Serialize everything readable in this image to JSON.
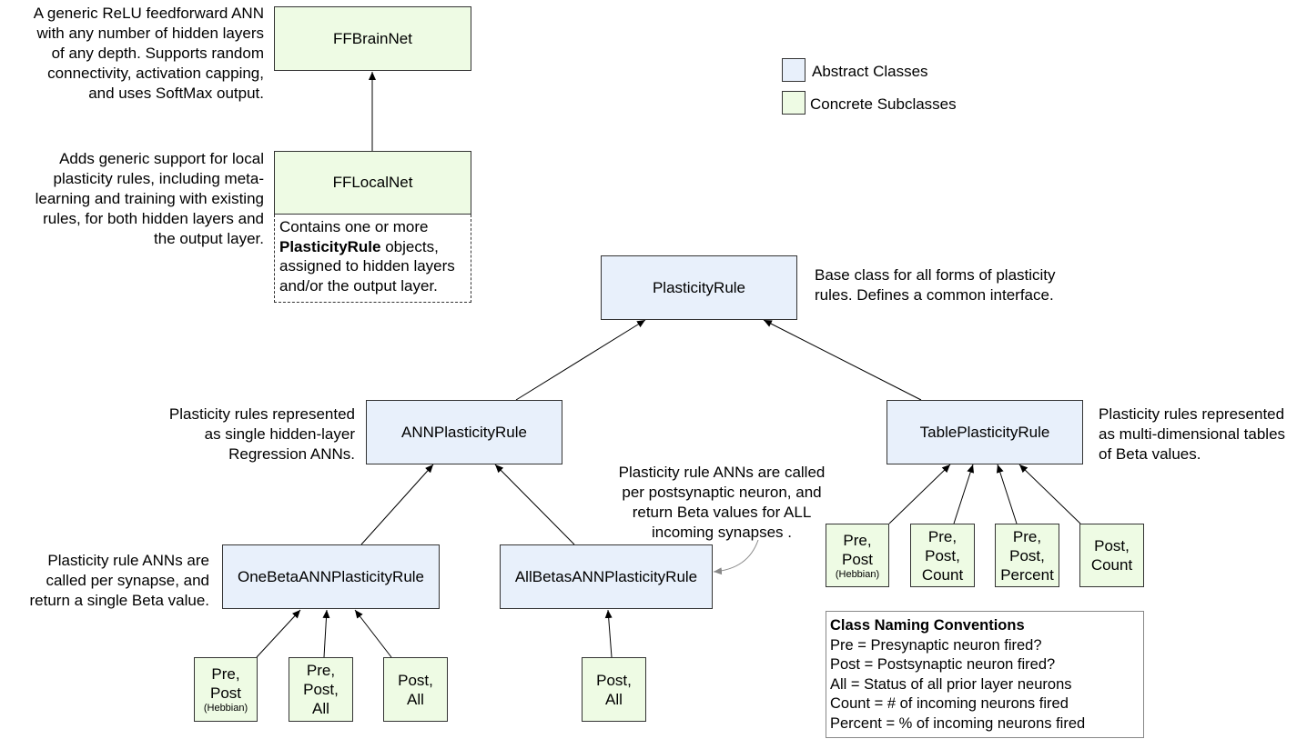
{
  "legend": {
    "abstract": {
      "label": "Abstract Classes",
      "color": "#e8f0fb"
    },
    "concrete": {
      "label": "Concrete Subclasses",
      "color": "#eefbe4"
    }
  },
  "classes": {
    "ffbrainnet": "FFBrainNet",
    "fflocalnet": "FFLocalNet",
    "plasticity_rule": "PlasticityRule",
    "ann_plasticity_rule": "ANNPlasticityRule",
    "table_plasticity_rule": "TablePlasticityRule",
    "one_beta_ann": "OneBetaANNPlasticityRule",
    "all_betas_ann": "AllBetasANNPlasticityRule"
  },
  "leaves": {
    "onebeta_pre_post": {
      "line1": "Pre,",
      "line2": "Post",
      "sub": "(Hebbian)"
    },
    "onebeta_pre_post_all": {
      "line1": "Pre,",
      "line2": "Post,",
      "line3": "All"
    },
    "onebeta_post_all": {
      "line1": "Post,",
      "line2": "All"
    },
    "allbetas_post_all": {
      "line1": "Post,",
      "line2": "All"
    },
    "table_pre_post": {
      "line1": "Pre,",
      "line2": "Post",
      "sub": "(Hebbian)"
    },
    "table_pre_post_count": {
      "line1": "Pre,",
      "line2": "Post,",
      "line3": "Count"
    },
    "table_pre_post_percent": {
      "line1": "Pre,",
      "line2": "Post,",
      "line3": "Percent"
    },
    "table_post_count": {
      "line1": "Post,",
      "line2": "Count"
    }
  },
  "notes": {
    "ffbrainnet": [
      "A generic ReLU feedforward ANN",
      "with any number of hidden layers",
      "of any depth. Supports random",
      "connectivity, activation capping,",
      "and uses SoftMax output."
    ],
    "fflocalnet": [
      "Adds generic support for local",
      "plasticity rules, including meta-",
      "learning and training with existing",
      "rules, for both hidden layers and",
      "the output layer."
    ],
    "fflocalnet_contains": {
      "line1": "Contains one or more",
      "bold": "PlasticityRule",
      "line2_rest": " objects,",
      "line3": "assigned to hidden layers",
      "line4": "and/or the output layer."
    },
    "plasticity_rule": [
      "Base class for all forms of plasticity",
      "rules. Defines a common interface."
    ],
    "ann_plasticity_rule": [
      "Plasticity rules represented",
      "as single hidden-layer",
      "Regression ANNs."
    ],
    "table_plasticity_rule": [
      "Plasticity rules represented",
      "as multi-dimensional tables",
      "of Beta values."
    ],
    "one_beta_ann": [
      "Plasticity rule ANNs are",
      "called per synapse, and",
      "return a single Beta value."
    ],
    "all_betas_ann": [
      "Plasticity rule ANNs are called",
      "per postsynaptic neuron, and",
      "return Beta values for ALL",
      "incoming synapses ."
    ]
  },
  "naming": {
    "title": "Class Naming Conventions",
    "items": [
      "Pre = Presynaptic neuron fired?",
      "Post = Postsynaptic neuron fired?",
      "All = Status of all prior layer neurons",
      "Count = # of incoming neurons fired",
      "Percent = % of incoming neurons fired"
    ]
  }
}
